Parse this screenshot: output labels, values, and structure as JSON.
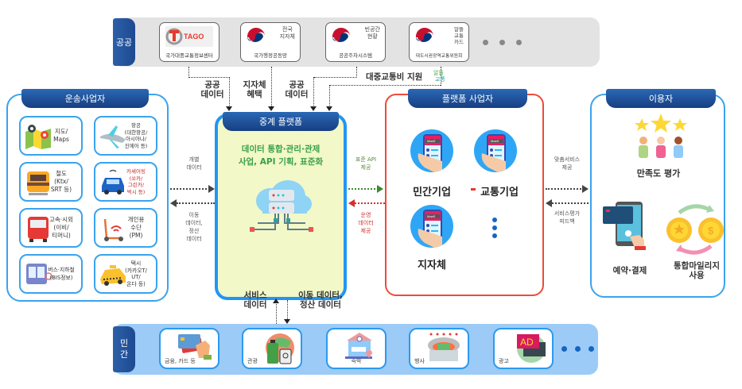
{
  "public_band": {
    "label": "공공",
    "cards": [
      {
        "logo": "tago-logo",
        "logo_text": "TAGO",
        "side_text": "",
        "bottom_text": "국가대중교통정보센터"
      },
      {
        "logo": "korea-gov-emblem",
        "side_text": "전국\n지자체",
        "bottom_text": "국가행정공동망"
      },
      {
        "logo": "korea-gov-emblem",
        "side_text": "빈공간\n현황",
        "bottom_text": "공공주차시스템"
      },
      {
        "logo": "korea-gov-emblem",
        "side_text": "알뜰\n교통\n카드",
        "bottom_text": "대도시권광역교통위원회"
      }
    ],
    "more": "more-dots"
  },
  "flows_top": {
    "public_data_1": "공공\n데이터",
    "local_benefit": "지자체\n혜택",
    "public_data_2": "공공\n데이터",
    "transit_support": "대중교통비 지원",
    "transit_support_logo": "알뜰교통 logo"
  },
  "transport": {
    "title": "운송사업자",
    "items": [
      {
        "icon": "map-icon",
        "label": "지도/\nMaps"
      },
      {
        "icon": "airplane-icon",
        "label": "항공\n(대한항공/\n아시아나/\n진에어 등)"
      },
      {
        "icon": "train-icon",
        "label": "철도\n(Ktx/\nSRT 등)"
      },
      {
        "icon": "car-sharing-icon",
        "label": "카셰어링\n(쏘카/\n그린카/\n벅시 등)"
      },
      {
        "icon": "bus-icon",
        "label": "고속·시외\n(이비/\n티머니)"
      },
      {
        "icon": "scooter-icon",
        "label": "개인용\n수단\n(PM)"
      },
      {
        "icon": "city-bus-icon",
        "label": "버스·지하철\n(BIS정보)"
      },
      {
        "icon": "taxi-icon",
        "label": "택시\n(카카오T/\nUT/\n온다 등)"
      }
    ]
  },
  "flows_left": {
    "individual_data": "개별\n데이터",
    "movement_data": "이동\n데이터,\n정산\n데이터"
  },
  "relay": {
    "title": "중계 플랫폼",
    "desc": "데이터 통합·관리·관제\n사업, API 기획, 표준화",
    "icon": "cloud-database-icon"
  },
  "flows_mid": {
    "api": "표준 API\n제공",
    "ops_data": "운영\n데이터\n제공"
  },
  "platform": {
    "title": "플랫폼 사업자",
    "items": [
      {
        "icon": "maas-app-icon",
        "app_text": "MaaS",
        "label": "민간기업"
      },
      {
        "icon": "maas-app-icon",
        "app_text": "MaaS",
        "label": "교통기업"
      },
      {
        "icon": "maas-app-icon",
        "app_text": "MaaS",
        "label": "지자체"
      }
    ]
  },
  "flows_right": {
    "custom_service": "맞춤서비스\n제공",
    "feedback": "서비스평가\n피드백"
  },
  "user": {
    "title": "이용자",
    "satisfaction": "만족도 평가",
    "booking": "예약·결제",
    "mileage": "통합마일리지\n사용"
  },
  "flows_bottom": {
    "service_data": "서비스\n데이터",
    "movement_data": "이동 데이터,\n정산 데이터"
  },
  "private_band": {
    "label": "민\n간",
    "cards": [
      {
        "icon": "credit-card-icon",
        "label": "금융, 카드 등"
      },
      {
        "icon": "travel-luggage-icon",
        "label": "관광"
      },
      {
        "icon": "hotel-icon",
        "label": "숙박"
      },
      {
        "icon": "stadium-icon",
        "label": "행사"
      },
      {
        "icon": "ad-icon",
        "label": "광고",
        "badge": "AD"
      }
    ]
  },
  "colors": {
    "blue_frame": "#2196f3",
    "red_frame": "#f04a3a",
    "header_navy": "#1c4a92",
    "relay_fill": "#f2f8c8",
    "green_text": "#3aa04a",
    "api_green": "#3b8a2c",
    "ops_red": "#d32f2f"
  }
}
